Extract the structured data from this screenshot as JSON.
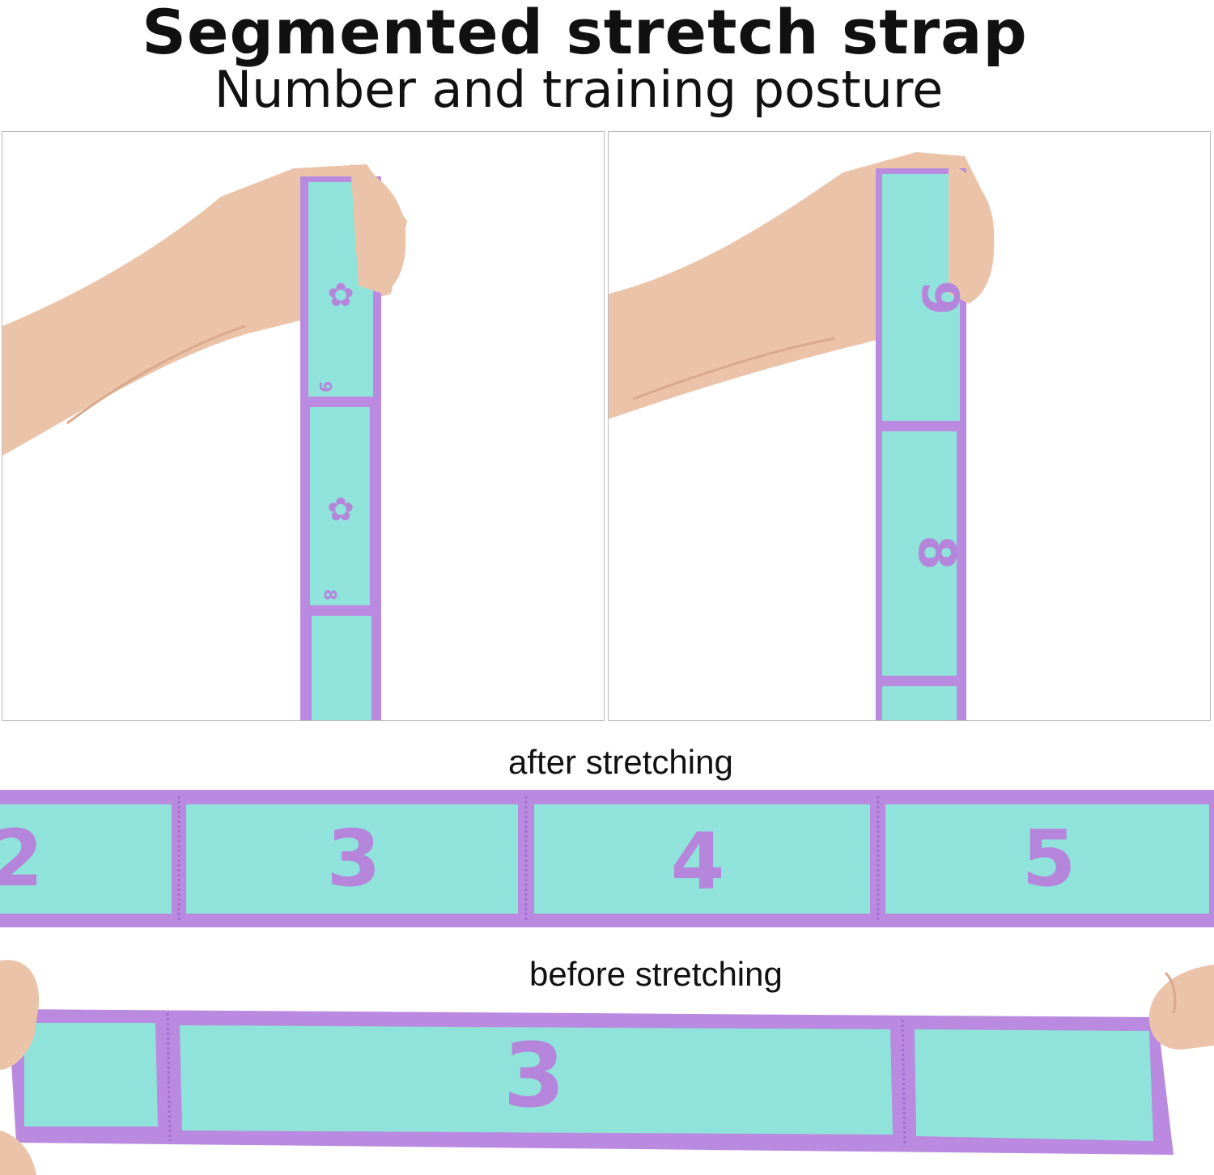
{
  "header": {
    "title": "Segmented stretch strap",
    "subtitle": "Number and training posture"
  },
  "photos": {
    "left": {
      "numbers": [
        "9",
        "8"
      ]
    },
    "right": {
      "numbers": [
        "9",
        "8"
      ]
    }
  },
  "after": {
    "caption": "after stretching",
    "segments": [
      "2",
      "3",
      "4",
      "5"
    ]
  },
  "before": {
    "caption": "before stretching",
    "segments": [
      "3"
    ]
  },
  "colors": {
    "strap_fill": "#8fe3da",
    "strap_border": "#b98ae0",
    "skin": "#e9bfa6"
  }
}
